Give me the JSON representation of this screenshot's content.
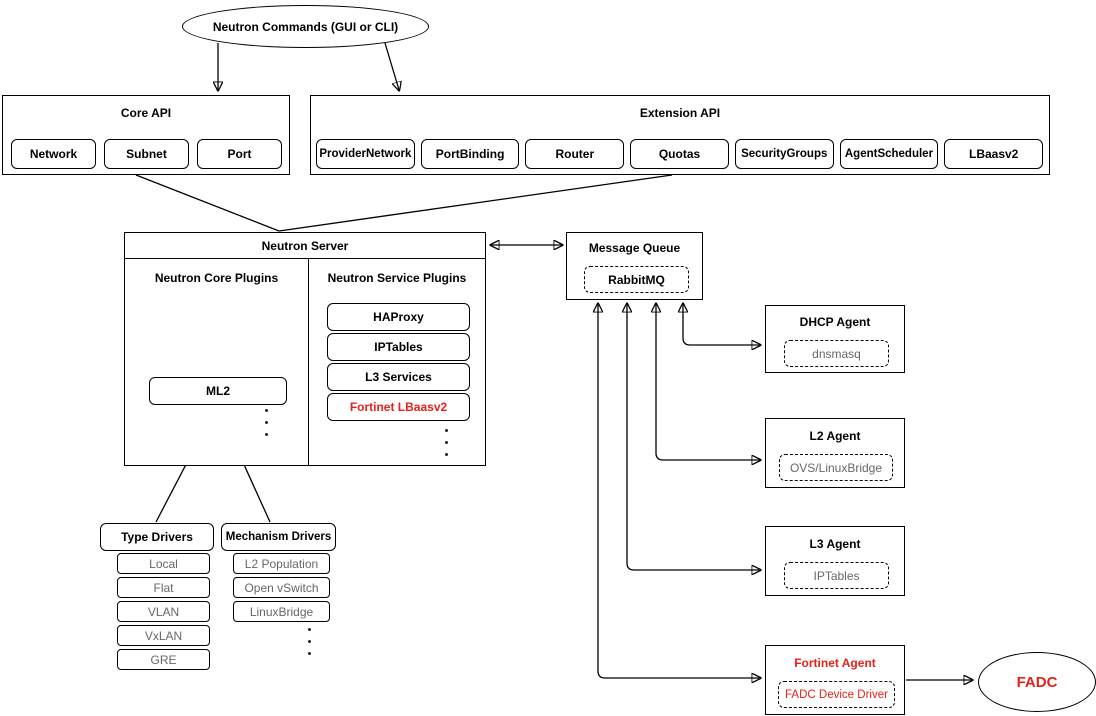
{
  "colors": {
    "accent_red": "#e32219",
    "secondary_gray": "#676767",
    "line_black": "#000000"
  },
  "commands": {
    "label": "Neutron Commands (GUI or CLI)"
  },
  "core_api": {
    "title": "Core API",
    "items": [
      "Network",
      "Subnet",
      "Port"
    ]
  },
  "extension_api": {
    "title": "Extension API",
    "items": [
      "ProviderNetwork",
      "PortBinding",
      "Router",
      "Quotas",
      "SecurityGroups",
      "AgentScheduler",
      "LBaasv2"
    ]
  },
  "neutron_server": {
    "title": "Neutron Server",
    "core_plugins_title": "Neutron Core Plugins",
    "service_plugins_title": "Neutron Service Plugins",
    "ml2_label": "ML2",
    "service_plugins": [
      "HAProxy",
      "IPTables",
      "L3 Services",
      "Fortinet LBaasv2"
    ]
  },
  "message_queue": {
    "title": "Message Queue",
    "impl": "RabbitMQ"
  },
  "agents": [
    {
      "title": "DHCP Agent",
      "impl": "dnsmasq"
    },
    {
      "title": "L2 Agent",
      "impl": "OVS/LinuxBridge"
    },
    {
      "title": "L3 Agent",
      "impl": "IPTables"
    },
    {
      "title": "Fortinet Agent",
      "impl": "FADC Device Driver"
    }
  ],
  "type_drivers": {
    "title": "Type Drivers",
    "items": [
      "Local",
      "Flat",
      "VLAN",
      "VxLAN",
      "GRE"
    ]
  },
  "mechanism_drivers": {
    "title": "Mechanism Drivers",
    "items": [
      "L2 Population",
      "Open vSwitch",
      "LinuxBridge"
    ]
  },
  "fadc": {
    "label": "FADC"
  }
}
